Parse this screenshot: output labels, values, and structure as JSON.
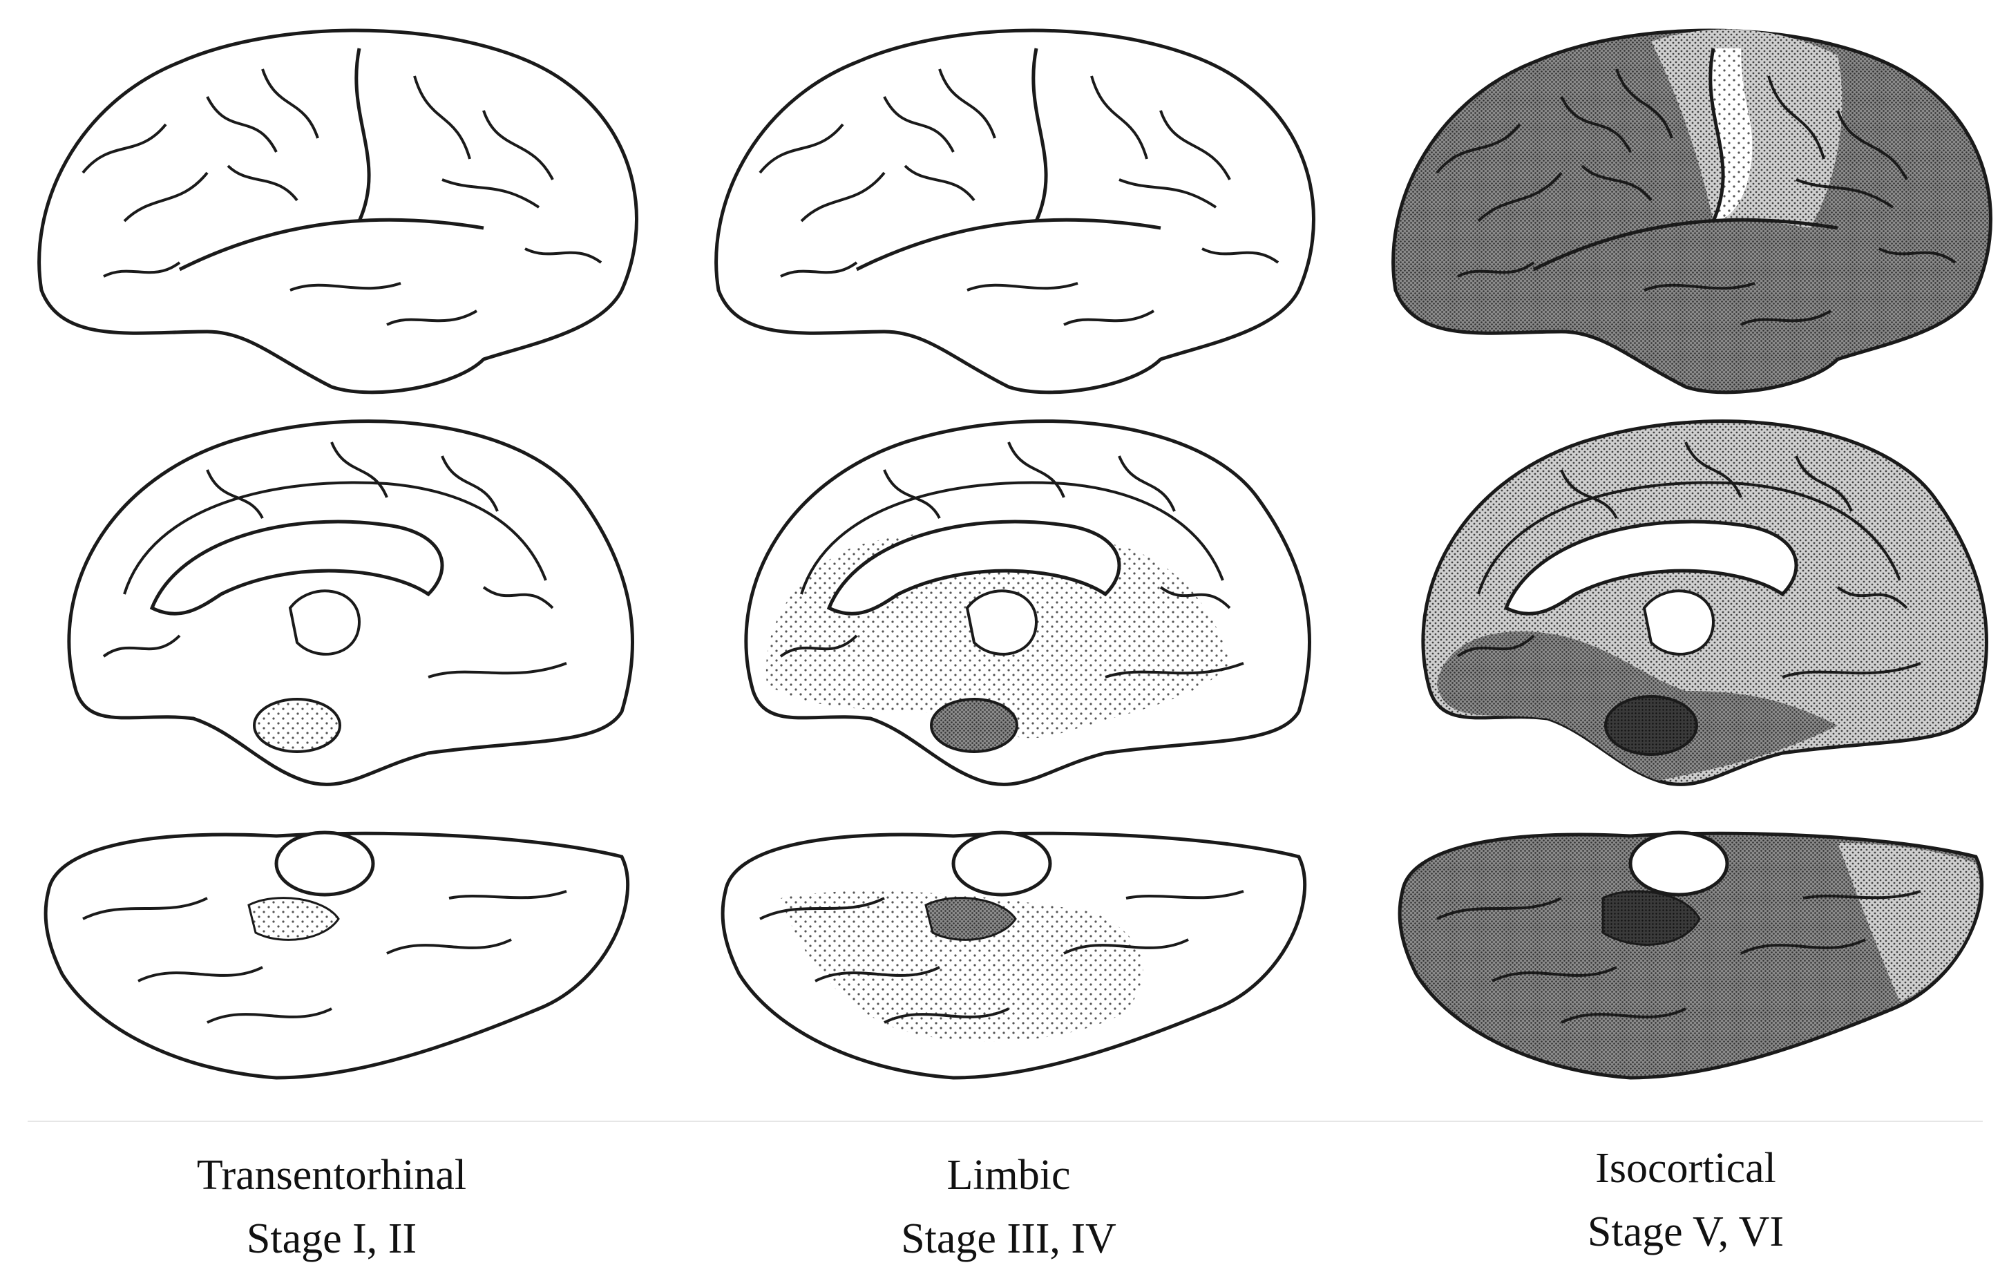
{
  "columns": [
    {
      "line1": "Transentorhinal",
      "line2": "Stage I, II"
    },
    {
      "line1": "Limbic",
      "line2": "Stage III, IV"
    },
    {
      "line1": "Isocortical",
      "line2": "Stage V, VI"
    }
  ],
  "views": [
    "lateral",
    "medial",
    "basal"
  ],
  "colors": {
    "outline": "#1a1a1a",
    "unaffected": "#ffffff",
    "light_stipple": "#e2e2e2",
    "medium_stipple": "#a8a8a8",
    "dark_stipple": "#6f6f6f",
    "darkest": "#2c2c2c"
  }
}
